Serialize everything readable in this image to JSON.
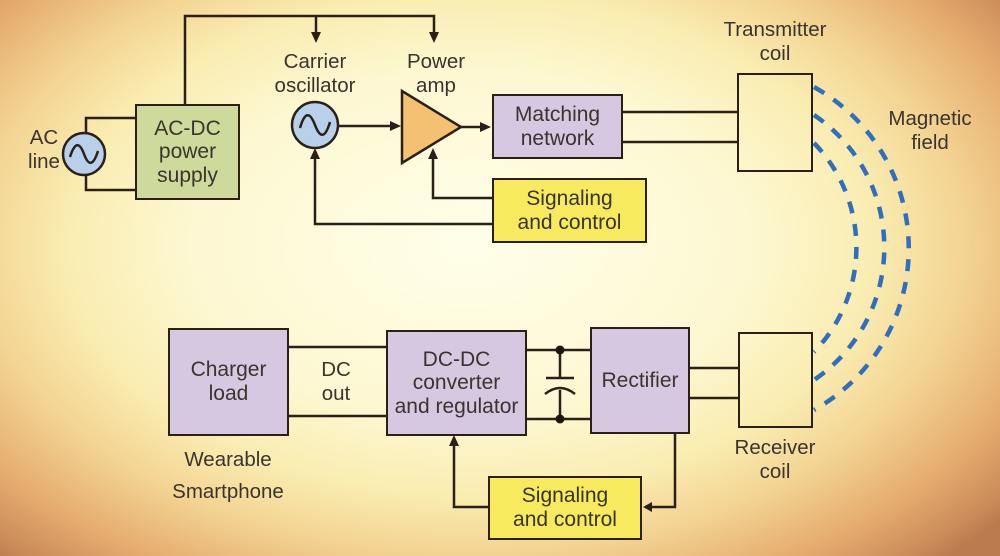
{
  "diagram": {
    "type": "block-diagram",
    "subject": "Wireless power transfer system (wearable smartphone charging)"
  },
  "blocks": {
    "power_supply": "AC-DC\npower\nsupply",
    "matching_network": "Matching\nnetwork",
    "signaling_top": "Signaling\nand control",
    "charger_load": "Charger\nload",
    "dcdc_converter": "DC-DC\nconverter\nand regulator",
    "rectifier": "Rectifier",
    "signaling_bottom": "Signaling\nand control"
  },
  "labels": {
    "ac_line": "AC\nline",
    "carrier_oscillator": "Carrier\noscillator",
    "power_amp": "Power\namp",
    "transmitter_coil": "Transmitter\ncoil",
    "receiver_coil": "Receiver\ncoil",
    "magnetic_field": "Magnetic\nfield",
    "dc_out": "DC\nout",
    "device": "Wearable\nSmartphone"
  },
  "colors": {
    "box_purple": "#D7C8E1",
    "box_yellow": "#F7EA5F",
    "box_green": "#CDDA9B",
    "amp_orange": "#F4C173",
    "source_blue": "#B9D0EB",
    "line_dark": "#2B2018",
    "field_blue": "#2E6FC0",
    "background_center": "#FFFEE9",
    "background_corner": "#BC7B4F"
  }
}
